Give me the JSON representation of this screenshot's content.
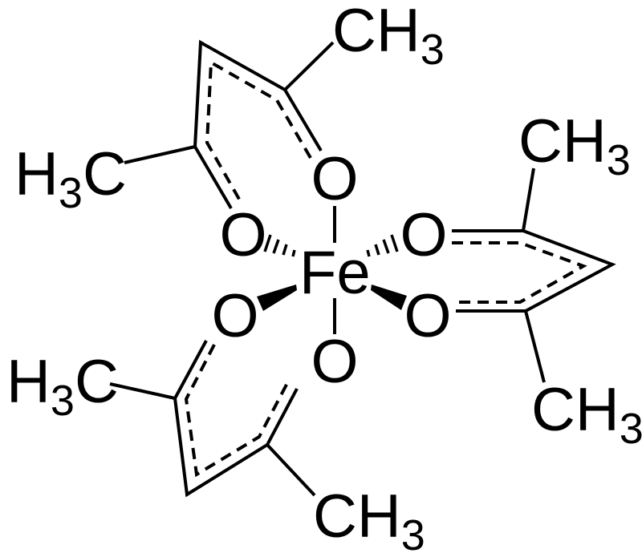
{
  "title": "Iron(III) acetylacetonate structure",
  "colors": {
    "ink": "#000000",
    "background": "#ffffff"
  },
  "center_atom": "Fe",
  "oxygen_label": "O",
  "methyl": {
    "main": "CH",
    "sub": "3"
  },
  "methyl_left": {
    "pre": "H",
    "sub": "3",
    "post": "C"
  }
}
